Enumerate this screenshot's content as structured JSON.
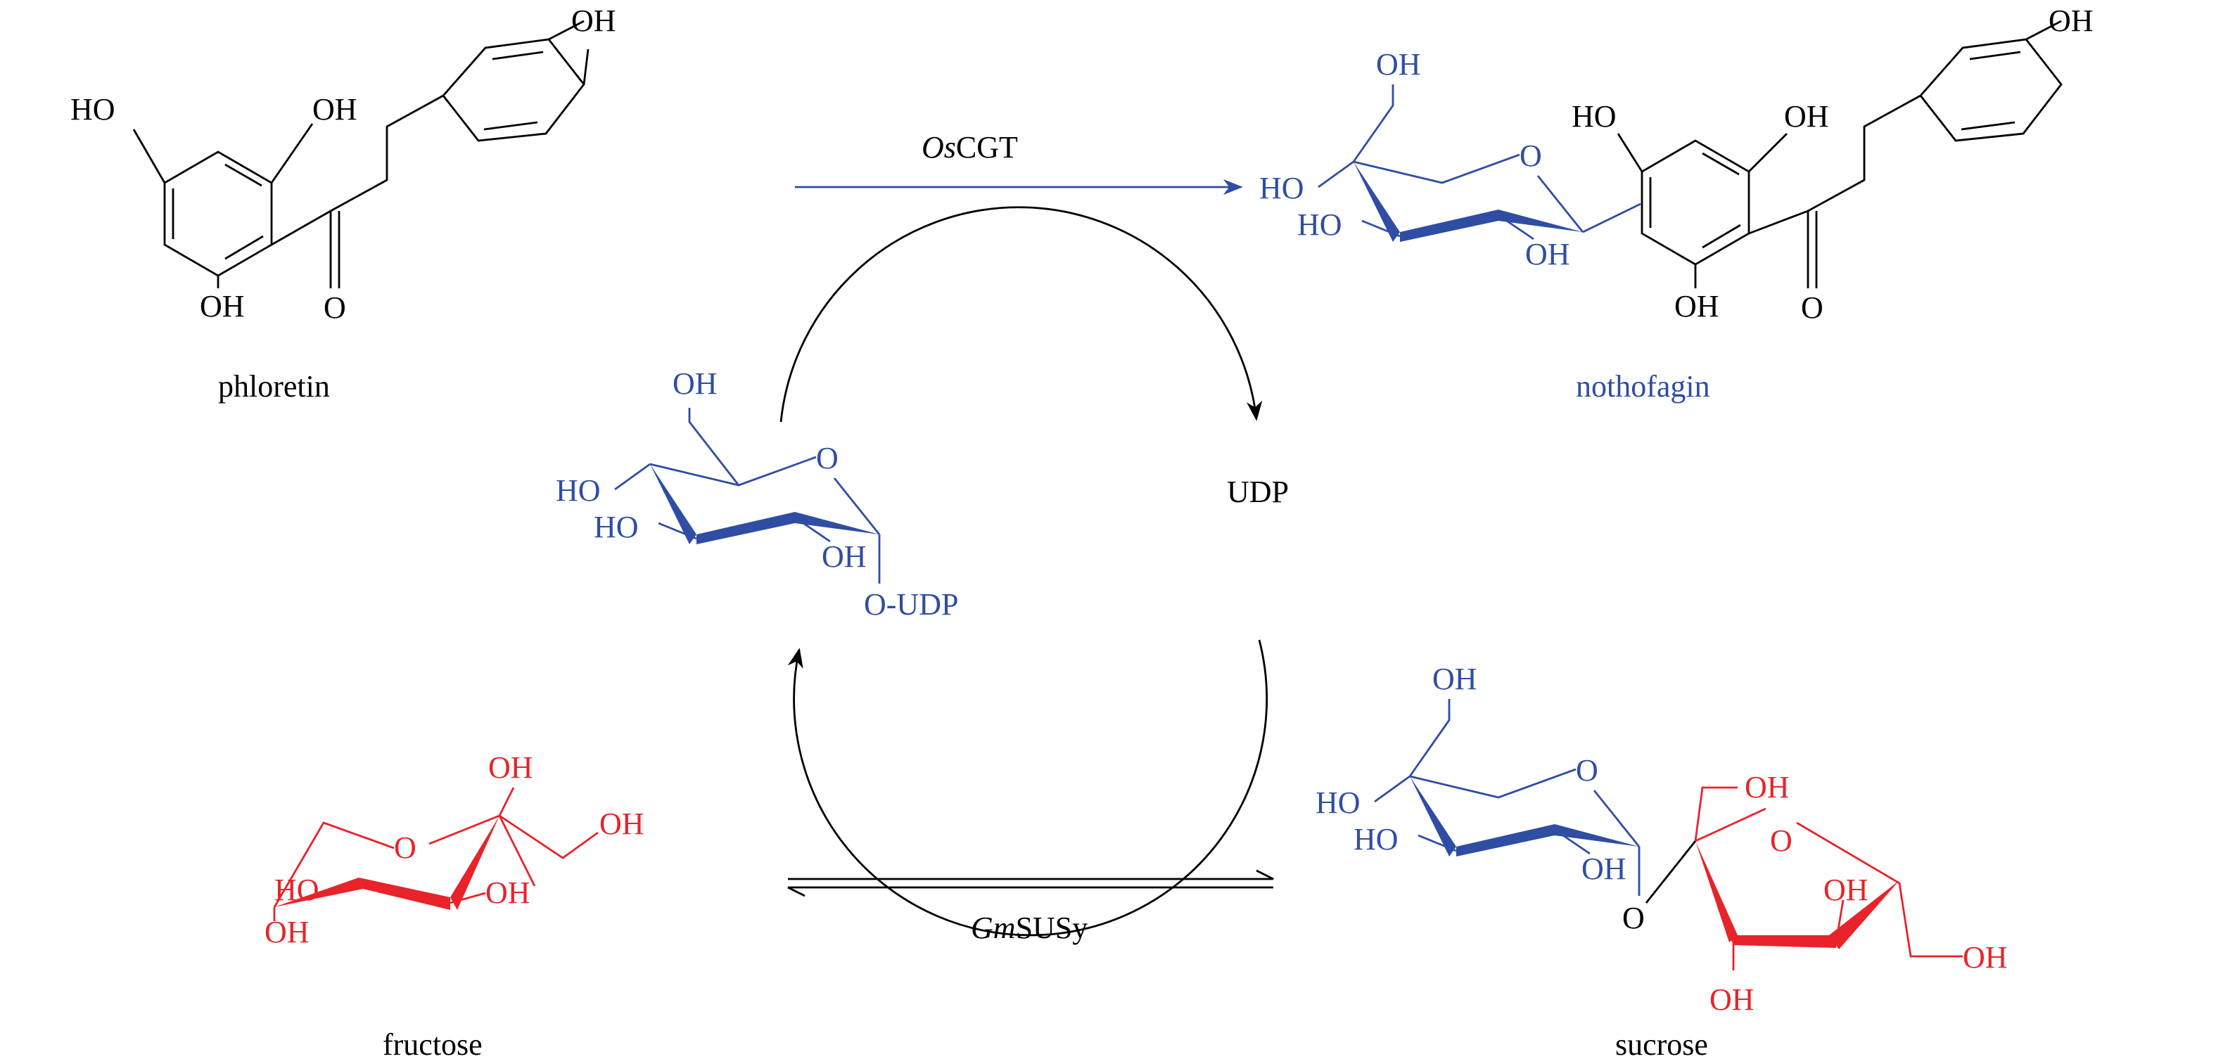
{
  "colors": {
    "glucose": "#2f4da3",
    "fructose": "#e8232a",
    "text": "#000000"
  },
  "compounds": {
    "phloretin": {
      "name": "phloretin",
      "oh_left": "HO",
      "oh_top": "OH",
      "oh_bottom": "OH",
      "oh_para": "OH",
      "carbonyl": "O"
    },
    "nothofagin": {
      "name": "nothofagin",
      "ch2oh": "OH",
      "ring_o": "O",
      "oh4": "HO",
      "oh3": "HO",
      "oh2": "OH",
      "oh_a": "HO",
      "oh_b": "OH",
      "oh_c": "OH",
      "oh_para": "OH",
      "carbonyl": "O"
    },
    "udp_glucose": {
      "ch2oh": "OH",
      "ring_o": "O",
      "oh4": "HO",
      "oh3": "HO",
      "oh2": "OH",
      "o_udp": "O-UDP"
    },
    "udp": {
      "name": "UDP"
    },
    "fructose": {
      "name": "fructose",
      "ring_o": "O",
      "oh_a": "OH",
      "oh_b": "OH",
      "oh_c": "OH",
      "oh_d": "HO",
      "oh_e": "OH"
    },
    "sucrose": {
      "name": "sucrose",
      "ch2oh": "OH",
      "ring_o": "O",
      "oh4": "HO",
      "oh3": "HO",
      "oh2": "OH",
      "link_o": "O",
      "f_oh1": "OH",
      "f_ring_o": "O",
      "f_oh3": "OH",
      "f_oh4": "OH",
      "f_oh6": "OH"
    }
  },
  "enzymes": {
    "oscgt_italic": "Os",
    "oscgt_rest": "CGT",
    "gmsusy_italic": "Gm",
    "gmsusy_rest": "SUSy"
  }
}
